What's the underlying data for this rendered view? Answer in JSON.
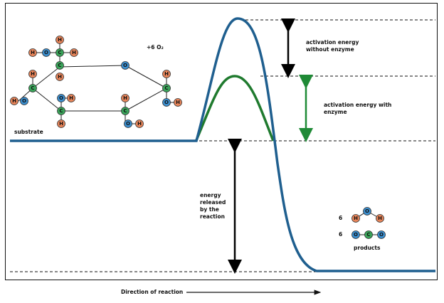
{
  "labels": {
    "activation_without": "activation energy without enzyme",
    "activation_with": "activation energy with enzyme",
    "energy_released": "energy released by the reaction",
    "substrate": "substrate",
    "oxygen_term": "+6 O₂",
    "products": "products",
    "water_coef": "6",
    "co2_coef": "6",
    "direction": "Direction of reaction"
  },
  "colors": {
    "uncatalyzed_curve": "#1f5f8f",
    "catalyzed_curve": "#1f7a2e",
    "hydrogen": "#e8855a",
    "oxygen": "#3b8fd0",
    "carbon": "#3aa55a",
    "arrow_black": "#000000",
    "arrow_green": "#1f8a36"
  },
  "atoms": {
    "H": "H",
    "O": "O",
    "C": "C"
  }
}
